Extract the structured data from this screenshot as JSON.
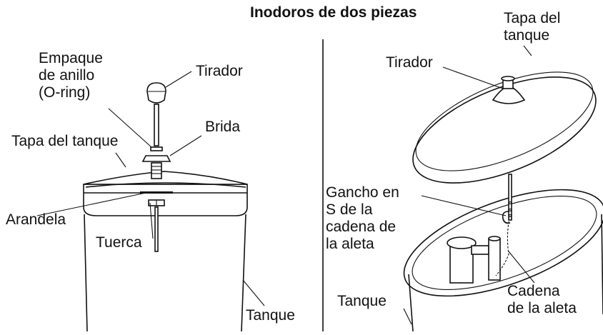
{
  "title": "Inodoros de dos piezas",
  "left_panel": {
    "empaque": "Empaque\nde anillo\n(O-ring)",
    "tirador": "Tirador",
    "brida": "Brida",
    "tapa_tanque": "Tapa del tanque",
    "arandela": "Arandela",
    "tuerca": "Tuerca",
    "tanque": "Tanque"
  },
  "right_panel": {
    "tapa_tanque": "Tapa del\ntanque",
    "tirador": "Tirador",
    "gancho": "Gancho en\nS de la\ncadena de\nla aleta",
    "tanque": "Tanque",
    "cadena": "Cadena\nde la aleta"
  }
}
